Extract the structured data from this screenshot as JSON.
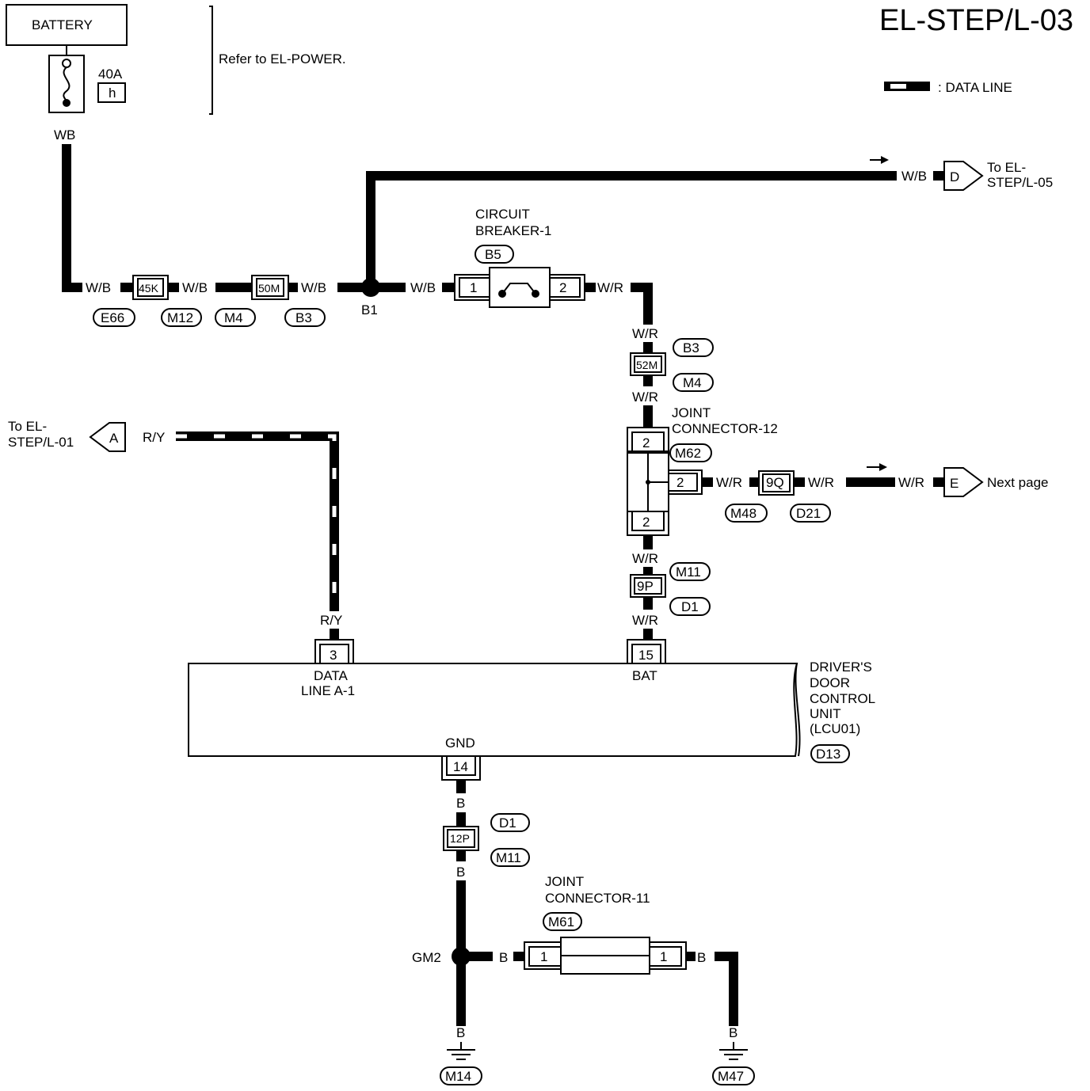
{
  "title": "EL-STEP/L-03",
  "legend": {
    "text": ": DATA LINE"
  },
  "battery": {
    "label": "BATTERY",
    "fuse_amp": "40A",
    "fuse_id": "h",
    "wire": "WB",
    "refer": "Refer to EL-POWER."
  },
  "main_line": {
    "wires": [
      "W/B",
      "W/B",
      "W/B",
      "W/B",
      "W/B"
    ],
    "connectors": [
      "45K",
      "50M"
    ],
    "codes": [
      "E66",
      "M12",
      "M4",
      "B3"
    ],
    "junction": "B1"
  },
  "branch_d": {
    "wire": "W/B",
    "terminal": "D",
    "to": [
      "To EL-",
      "STEP/L-05"
    ]
  },
  "circuit_breaker": {
    "label": [
      "CIRCUIT",
      "BREAKER-1"
    ],
    "code": "B5",
    "pins": [
      "1",
      "2"
    ],
    "out_wire": "W/R"
  },
  "vertical": {
    "wire": "W/R",
    "conn_52m": "52M",
    "codes_52m": [
      "B3",
      "M4"
    ],
    "jc12": {
      "label": [
        "JOINT",
        "CONNECTOR-12"
      ],
      "code": "M62",
      "pins": [
        "2",
        "2",
        "2"
      ]
    },
    "conn_9p": "9P",
    "codes_9p": [
      "M11",
      "D1"
    ]
  },
  "branch_e": {
    "wires": [
      "W/R",
      "W/R",
      "W/R"
    ],
    "conn": "9Q",
    "codes": [
      "M48",
      "D21"
    ],
    "terminal": "E",
    "to": "Next page"
  },
  "data_line": {
    "terminal": "A",
    "to": [
      "To EL-",
      "STEP/L-01"
    ],
    "wire": "R/Y"
  },
  "lcu": {
    "name": [
      "DRIVER'S",
      "DOOR",
      "CONTROL",
      "UNIT",
      "(LCU01)"
    ],
    "code": "D13",
    "pin_data": "3",
    "pin_data_label": [
      "DATA",
      "LINE A-1"
    ],
    "pin_bat": "15",
    "pin_bat_label": "BAT",
    "pin_gnd": "14",
    "pin_gnd_label": "GND"
  },
  "ground": {
    "wire": "B",
    "conn_12p": "12P",
    "codes_12p": [
      "D1",
      "M11"
    ],
    "junction": "GM2",
    "jc11": {
      "label": [
        "JOINT",
        "CONNECTOR-11"
      ],
      "code": "M61",
      "pins": [
        "1",
        "1"
      ]
    },
    "grounds": [
      "M14",
      "M47"
    ]
  }
}
